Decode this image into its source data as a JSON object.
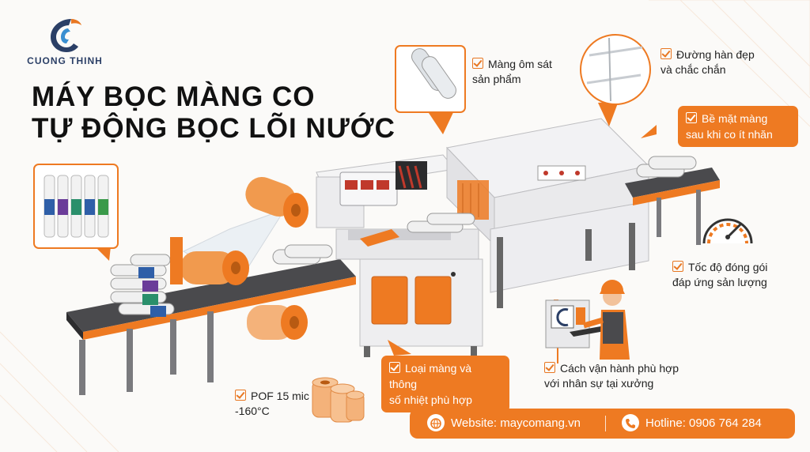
{
  "brand": {
    "name": "CUONG THINH",
    "logo_icon": "c-swoosh-logo-icon",
    "color": "#2b3f66"
  },
  "title": {
    "line1": "MÁY BỌC MÀNG CO",
    "line2": "TỰ ĐỘNG BỌC LÕI NƯỚC"
  },
  "callouts": {
    "film_wrap": "Màng ôm sát\nsản phẩm",
    "seal": "Đường hàn đẹp\nvà chắc chắn",
    "surface": "Bề mặt màng\nsau khi co ít nhăn",
    "speed": "Tốc độ đóng gói\nđáp ứng sản lượng",
    "operation": "Cách vận hành phù hợp\nvới nhân sự tại xưởng",
    "film_type": "Loại màng và thông\nsố nhiệt phù hợp",
    "pof": "POF 15 mic\n-160°C"
  },
  "footer": {
    "website": "Website: maycomang.vn",
    "hotline": "Hotline: 0906 764 284",
    "website_icon": "globe-icon",
    "hotline_icon": "phone-icon"
  },
  "colors": {
    "accent": "#ee7a22",
    "machine": "#e9e9ea",
    "belt": "#3a3a3c"
  }
}
